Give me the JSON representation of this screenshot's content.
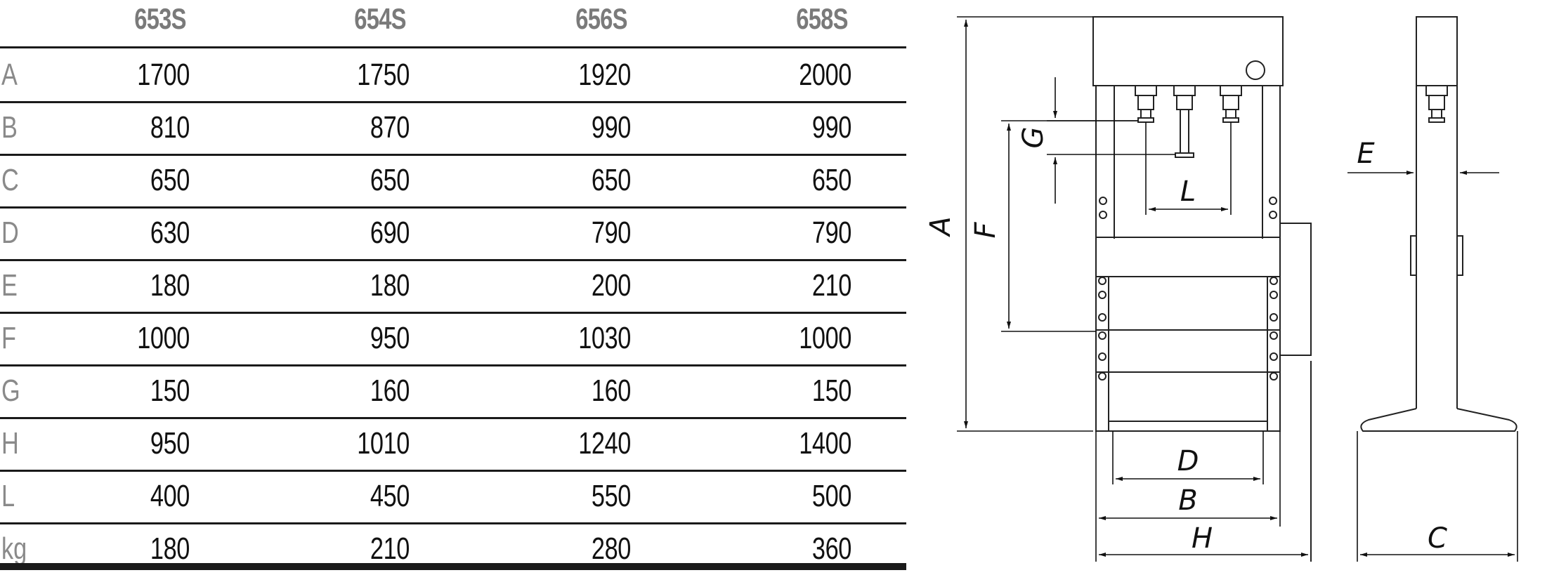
{
  "table": {
    "columns": [
      "653S",
      "654S",
      "656S",
      "658S"
    ],
    "rows": [
      {
        "label": "A",
        "values": [
          "1700",
          "1750",
          "1920",
          "2000"
        ]
      },
      {
        "label": "B",
        "values": [
          "810",
          "870",
          "990",
          "990"
        ]
      },
      {
        "label": "C",
        "values": [
          "650",
          "650",
          "650",
          "650"
        ]
      },
      {
        "label": "D",
        "values": [
          "630",
          "690",
          "790",
          "790"
        ]
      },
      {
        "label": "E",
        "values": [
          "180",
          "180",
          "200",
          "210"
        ]
      },
      {
        "label": "F",
        "values": [
          "1000",
          "950",
          "1030",
          "1000"
        ]
      },
      {
        "label": "G",
        "values": [
          "150",
          "160",
          "160",
          "150"
        ]
      },
      {
        "label": "H",
        "values": [
          "950",
          "1010",
          "1240",
          "1400"
        ]
      },
      {
        "label": "L",
        "values": [
          "400",
          "450",
          "550",
          "500"
        ]
      },
      {
        "label": "kg",
        "values": [
          "180",
          "210",
          "280",
          "360"
        ]
      }
    ]
  },
  "drawing": {
    "dim_labels": {
      "A": "A",
      "B": "B",
      "C": "C",
      "D": "D",
      "E": "E",
      "F": "F",
      "G": "G",
      "H": "H",
      "L": "L"
    }
  }
}
